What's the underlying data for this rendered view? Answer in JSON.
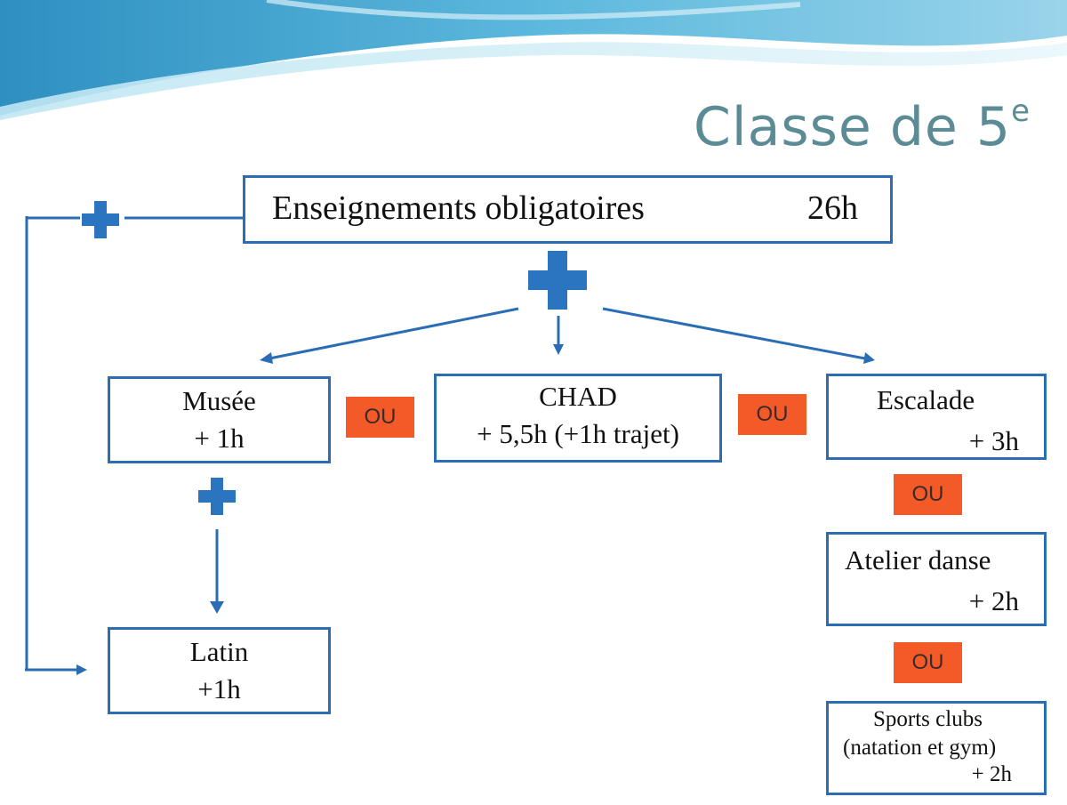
{
  "title": {
    "text": "Classe de 5",
    "superscript": "e"
  },
  "colors": {
    "box_border": "#2a6db5",
    "plus": "#2a74c0",
    "ou_badge": "#f45a28",
    "title": "#5b8c95",
    "wave": "#4aa6d2"
  },
  "main": {
    "label": "Enseignements obligatoires",
    "hours": "26h"
  },
  "options": {
    "musee": {
      "label": "Musée",
      "hours": "+ 1h"
    },
    "chad": {
      "label": "CHAD",
      "hours": "+ 5,5h (+1h trajet)"
    },
    "escalade": {
      "label": "Escalade",
      "hours": "+ 3h"
    },
    "latin": {
      "label": "Latin",
      "hours": "+1h"
    },
    "atelier_danse": {
      "label": "Atelier danse",
      "hours": "+ 2h"
    },
    "sports_clubs": {
      "label": "Sports clubs",
      "detail": "(natation et gym)",
      "hours": "+ 2h"
    }
  },
  "connector": {
    "or_label": "OU"
  },
  "icons": [
    "plus-icon",
    "arrow-icon"
  ]
}
